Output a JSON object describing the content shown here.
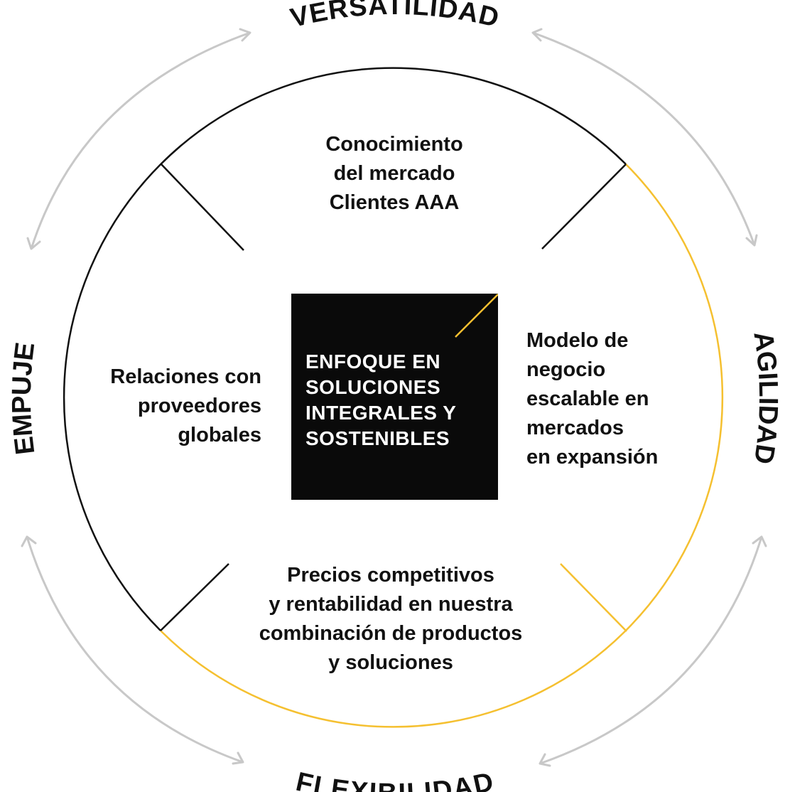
{
  "diagram": {
    "outer_labels": {
      "top": "VERSATILIDAD",
      "right": "AGILIDAD",
      "bottom": "FLEXIBILIDAD",
      "left": "EMPUJE"
    },
    "segments": {
      "top": [
        "Conocimiento",
        "del mercado",
        "Clientes AAA"
      ],
      "right": [
        "Modelo de",
        "negocio",
        "escalable en",
        "mercados",
        "en expansión"
      ],
      "bottom": [
        "Precios competitivos",
        "y rentabilidad en nuestra",
        "combinación de productos",
        "y soluciones"
      ],
      "left": [
        "Relaciones con",
        "proveedores",
        "globales"
      ]
    },
    "center": [
      "ENFOQUE EN",
      "SOLUCIONES",
      "INTEGRALES Y",
      "SOSTENIBLES"
    ],
    "colors": {
      "accent": "#F5C030",
      "dark": "#0A0A0A",
      "arrow": "#C8C8C8",
      "circle": "#111111"
    }
  }
}
